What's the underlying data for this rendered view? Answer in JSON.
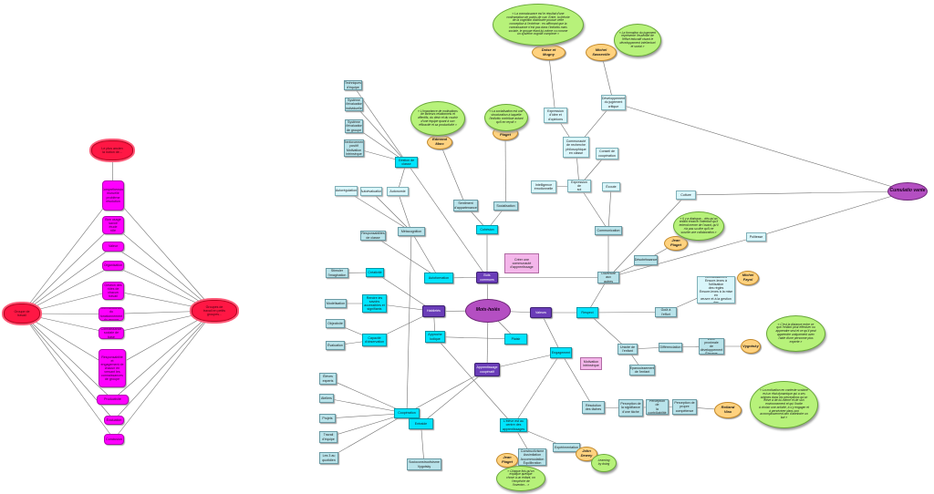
{
  "nodes": {
    "left_top_cloud": "Le plus ancien\nla notion de...",
    "left_cloud": "Groupe de\ntravail",
    "right_cloud": "Groupes de\ntravail en petits\ngroupes...",
    "p1": "Compréhension\nmutuelle\nproblème\nrésolution",
    "p2": "Bon usage\nsavoir\nétude\nrôle",
    "p3": "Valeur",
    "p4": "Organisation",
    "p5": "Gestion des\nrôles de\nchacun\ntravail",
    "p6": "Connaissance du\nfonctionnement\ndu groupe",
    "p7": "Connaissance\nsociale de base",
    "p8": "Responsabilité et\nengagement de\nchacun en\nversant les\nconnaissances\nde groupe",
    "p9": "Productivité",
    "p10": "Évaluation",
    "p11": "Conclusion",
    "central": "Mots‑hoiés",
    "cumul_culture": "Cumulatio vante",
    "lbl_techniques": "Techniques\nd'équipe",
    "lbl_sys_indiv": "Système\nd'évaluation\nindividuelle",
    "lbl_sys_groupe": "Système\nd'évaluation\nde groupe",
    "lbl_renforcement": "Renforcement\npositif\nMotivation\nintrinsèque",
    "gestion_classe": "Gestion de\nclasse",
    "autoregulation": "Autorégulation",
    "autoevaluation": "Autoévaluation",
    "autonomie": "Autonomie",
    "responsabilites": "Responsabilités\nde classe",
    "metacognition": "Métacognition",
    "autoformation": "Autoformation",
    "stimuler": "Stimuler\nl'imagination",
    "creativite": "Créativité",
    "modelisation": "Modélisation",
    "rendre_sens": "Rendre les\nsavoirs\naccessibles et\nsignifiants",
    "habiletes": "Habiletés",
    "objectivite": "Objectivité",
    "evaluation2": "Évaluation",
    "capacite_obs": "Capacité\nd'observation",
    "approche_ludique": "Approche\nludique",
    "sentiment_app": "Sentiment\nd'appartenance",
    "socialisation": "Socialisation",
    "cohesion": "Cohésion",
    "buts_communs": "Buts\ncommuns",
    "creer_comm": "Créer une communauté\nd'apprentissage",
    "ouverture": "Ouverture aux\nautres",
    "plaisir": "Plaisir",
    "valeurs": "Valeurs",
    "respect": "Respect",
    "engagement": "Engagement",
    "motivation": "Motivation\nintrinsèque",
    "apprentis_coop": "Apprentissage\ncoopératif",
    "eleves_experts": "Élèves\nexperts",
    "ateliers": "Ateliers",
    "projets": "Projets",
    "travail_equipe": "Travail\nd'équipe",
    "les3": "Les 3 au\nquotidien",
    "cooperation": "Coopération",
    "entraide": "Entraide",
    "socioconstruct": "Socioconstructivisme\nVygotsky",
    "debat": "L'élève est au\ncentre des\napprentissages",
    "constructivisme": "Constructivisme\nAssimilation\nAccommodation\nÉquilibration",
    "experimentation": "Expérimentation",
    "resolution": "Résolution\ndes tâches",
    "perc_tache": "Perception de\nla signifiance\nd'une tâche",
    "perc_control": "Perception de\nla\ncontrôlabilité",
    "perc_comp": "Perception de\npropre\ncompétence",
    "viau": "Rolland\nViau",
    "dewey": "John\nDewey",
    "piaget_bottom": "Jean\nPiaget",
    "learning_doing": "Learning\nby doing",
    "cloud_piaget_bottom": "« Chaque fois qu'on\nexplique quelque\nchose à un enfant, on\nl'empêche de\nl'inventer... »",
    "cloud_viau": "« La motivation en contexte scolaire\nest un état dynamique qui a ses\norigines dans les perceptions qu'un\nélève a de lui‑même et de son\nenvironnement et qui l'incite\nà choisir une activité, à s'y engager et\nà persévérer dans son\naccomplissement afin d'atteindre un\nbut »",
    "vygotsky": "Vygotsky",
    "cloud_vygotsky": "« C'est la distance entre ce\nque l'enfant peut effectuer ou\napprendre seul et ce qu'il peut\napprendre uniquement avec\nl'aide d'une personne plus\nexperte »",
    "zone_prox": "Zone proximale\nde\ndéveloppement\nÉtayage",
    "differenciation": "Différenciation",
    "unicite": "Unicité de\nl'enfant",
    "epanouissement": "Épanouissement\nde l'enfant",
    "gout_effort": "Goût à l'effort",
    "cloud_fayol": "Ensure‑lexes aux\nconnaissances\nEnsure‑lexes à l'utilisation\ndes règles\nEnsure‑lexes à la mise en\nœuvre et à la gestion des\nconnaissances",
    "fayol": "Michel\nFayol",
    "politesse": "Politesse",
    "desobeir": "Désobéissance",
    "piaget_mid": "Jean\nPiaget",
    "cloud_piaget_mid": "« Il y a dialogue... dès qu'un\nenfant énonce l'intention qu'il\nentend mener de l'avant, qu'il\nn'a pas su dire qu'il ne\nsuscite une collaboration »",
    "communication": "Communication",
    "ecoute": "Écoute",
    "conseil_coop": "Conseil de\ncoopération",
    "expression_soi": "Expression de\nsoi",
    "intel_emo": "Intelligence\némotionnelle",
    "communaute_rech": "Communauté\nde recherche\nphilosophique\nen classe",
    "expression_idees": "Expression\nd'idée et\nd'opinions",
    "dev_jugement": "Développement\ndu jugement\ncritique",
    "culture": "Culture",
    "doise": "Doise et\nMugny",
    "cloud_doise": "« La connaissance est le résultat d'une\nconfrontation de points de vue. Entre, la théorie\nde la cognition distribuée pousse cette\nconception à l'extrême : en affirmant que la\nconnaissance n'est pas dans l'individu mais\nsociale, le groupe étant lui‑même vu comme\nun système cognitif complexe »",
    "sasseville": "Michel\nSasseville",
    "cloud_sasseville": "« La formation du jugement\nreprésente l'essentiel de\nl'effort éducatif visant le\ndéveloppement intellectuel\net social »",
    "marc": "Edmond\nMarc",
    "cloud_marc": "« L'importance de motivations\nde facteurs relationnels et\naffectifs, du désir et du vouloir\nd'une équipe quant à son\nefficacité et sa productivité »",
    "piaget_top": "Jean\nPiaget",
    "cloud_piaget_top": "« La socialisation est une\nstructuration à laquelle\nl'individu contribue autant\nqu'il en reçoit »"
  },
  "colors": {
    "magenta": "#ff00ff",
    "red_cloud": "#ff1744",
    "cyan": "#00e5ff",
    "light_blue": "#b9e3ea",
    "purple": "#6a3db8",
    "green_cloud": "#b7f27a",
    "orange_person": "#ffd27f",
    "lines": "#707070"
  }
}
